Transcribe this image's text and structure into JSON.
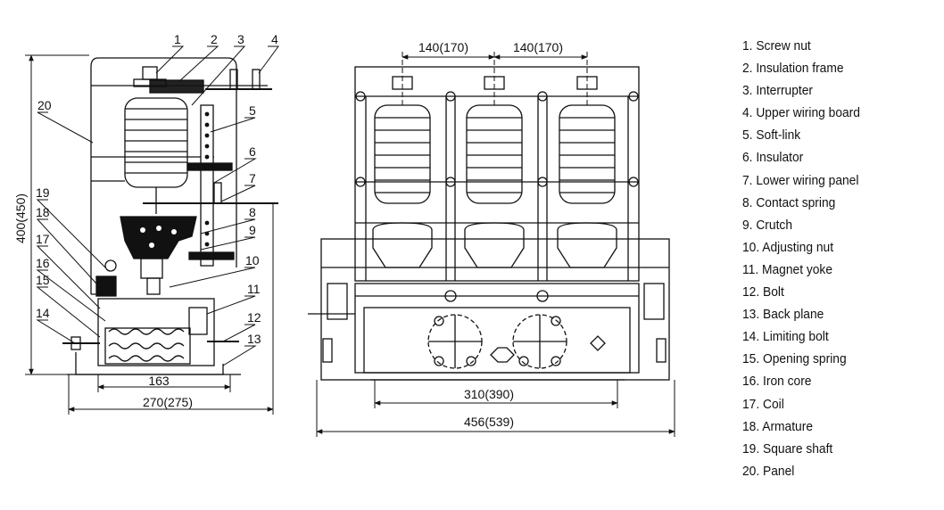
{
  "dimensions": {
    "side_height": "400(450)",
    "side_base": "163",
    "side_total": "270(275)",
    "phase_pitch_left": "140(170)",
    "phase_pitch_right": "140(170)",
    "front_mount": "310(390)",
    "front_total": "456(539)"
  },
  "callout_numbers": [
    "1",
    "2",
    "3",
    "4",
    "5",
    "6",
    "7",
    "8",
    "9",
    "10",
    "11",
    "12",
    "13",
    "14",
    "15",
    "16",
    "17",
    "18",
    "19",
    "20"
  ],
  "legend": [
    "1. Screw nut",
    "2. Insulation  frame",
    "3. Interrupter",
    "4. Upper wiring board",
    "5. Soft-link",
    "6. Insulator",
    "7. Lower wiring panel",
    "8. Contact spring",
    "9. Crutch",
    "10. Adjusting nut",
    "11. Magnet yoke",
    "12. Bolt",
    "13. Back plane",
    "14. Limiting bolt",
    "15. Opening spring",
    "16. Iron core",
    "17. Coil",
    "18. Armature",
    "19. Square shaft",
    "20. Panel"
  ]
}
